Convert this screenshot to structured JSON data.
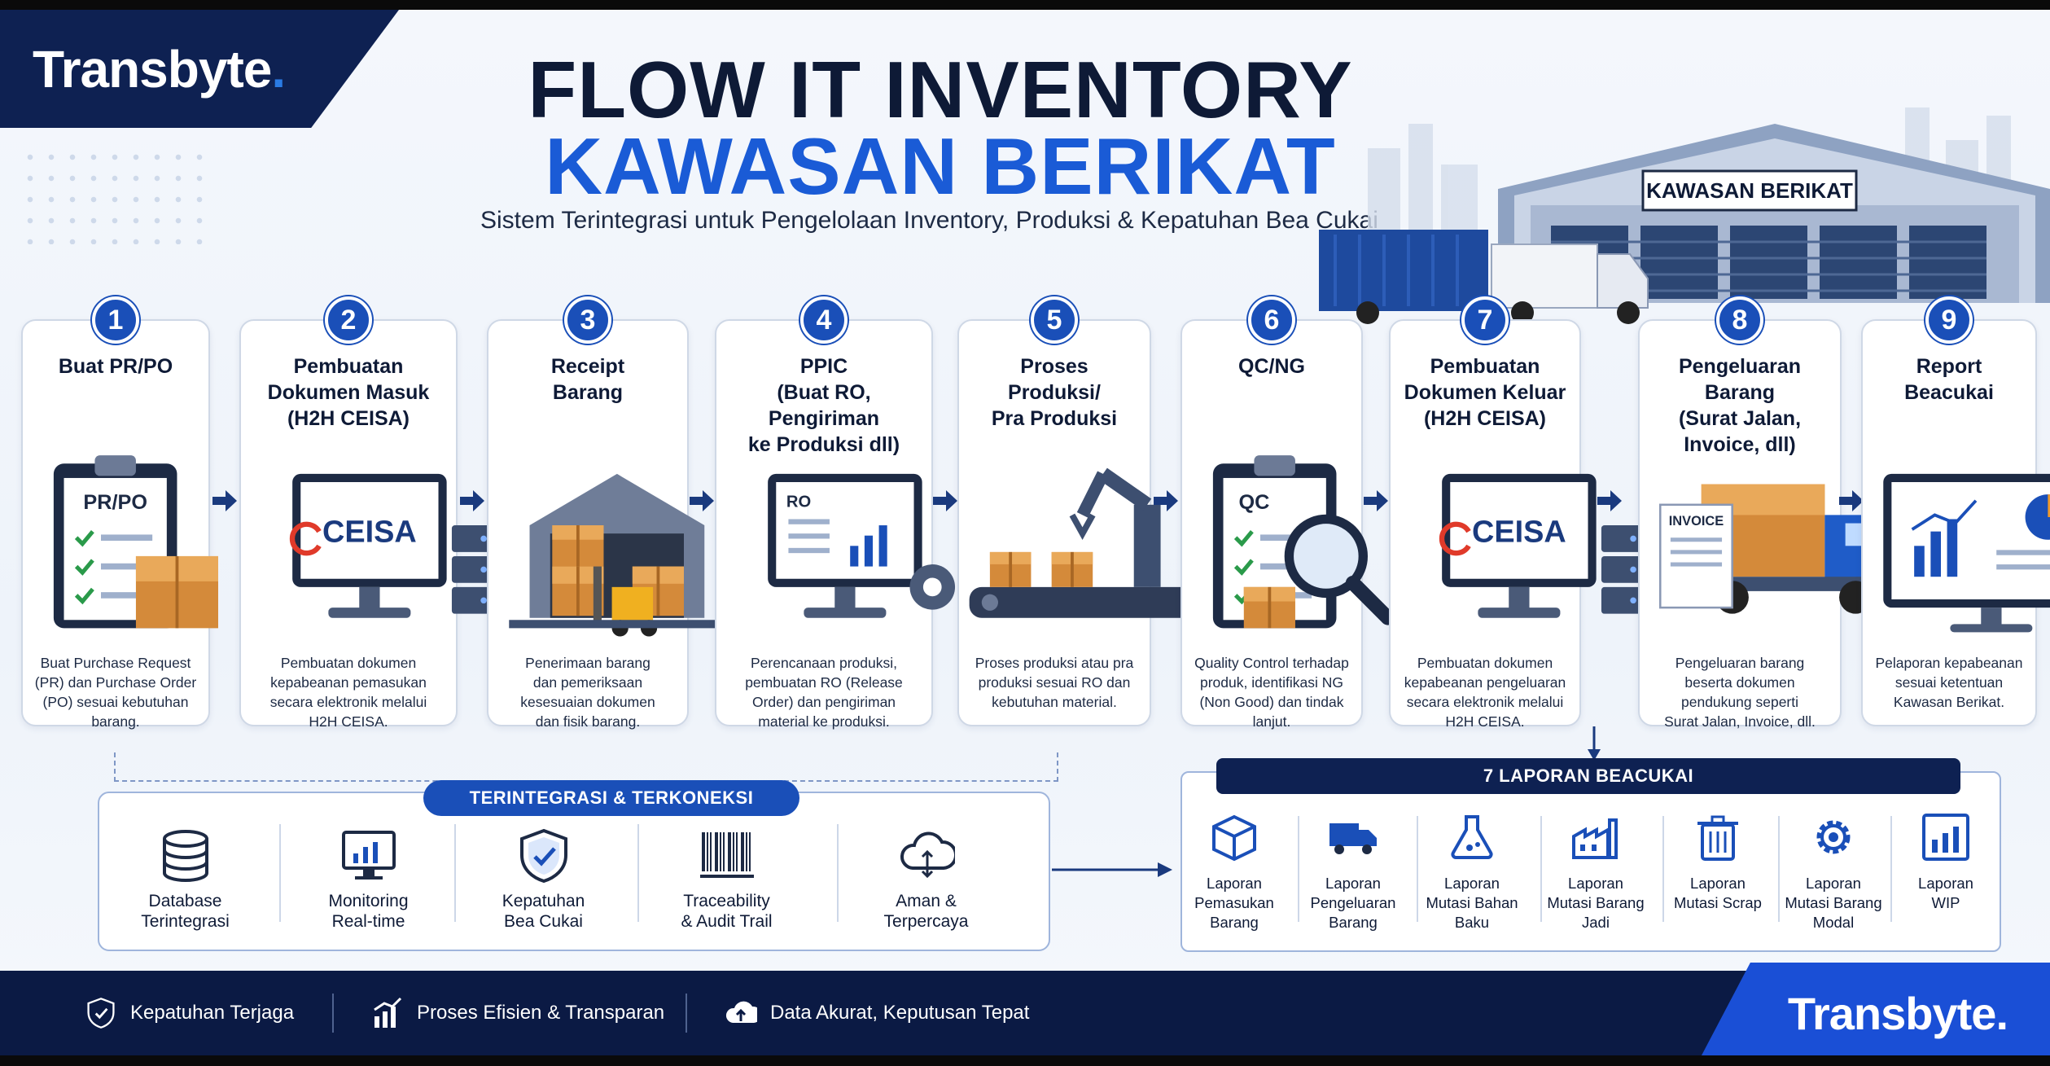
{
  "brand": {
    "name": "Transbyte",
    "dot": "."
  },
  "header": {
    "title_line1": "FLOW IT INVENTORY",
    "title_line2": "KAWASAN BERIKAT",
    "subtitle": "Sistem Terintegrasi untuk Pengelolaan Inventory, Produksi & Kepatuhan Bea Cukai",
    "warehouse_sign": "KAWASAN BERIKAT"
  },
  "steps": [
    {
      "num": "1",
      "title": "Buat PR/PO",
      "icon": "clipboard-icon",
      "icon_text": "PR/PO",
      "desc": "Buat Purchase Request\n(PR) dan Purchase Order\n(PO) sesuai kebutuhan\nbarang."
    },
    {
      "num": "2",
      "title": "Pembuatan\nDokumen Masuk\n(H2H CEISA)",
      "icon": "monitor-ceisa-icon",
      "icon_text": "CEISA",
      "desc": "Pembuatan dokumen\nkepabeanan pemasukan\nsecara elektronik melalui\nH2H CEISA."
    },
    {
      "num": "3",
      "title": "Receipt\nBarang",
      "icon": "warehouse-forklift-icon",
      "icon_text": "",
      "desc": "Penerimaan barang\ndan pemeriksaan\nkesesuaian dokumen\ndan fisik barang."
    },
    {
      "num": "4",
      "title": "PPIC\n(Buat RO, Pengiriman\nke Produksi dll)",
      "icon": "monitor-ro-icon",
      "icon_text": "RO",
      "desc": "Perencanaan produksi,\npembuatan RO (Release\nOrder) dan pengiriman\nmaterial ke produksi."
    },
    {
      "num": "5",
      "title": "Proses\nProduksi/\nPra Produksi",
      "icon": "robot-arm-icon",
      "icon_text": "",
      "desc": "Proses produksi atau pra\nproduksi sesuai RO dan\nkebutuhan material."
    },
    {
      "num": "6",
      "title": "QC/NG",
      "icon": "qc-magnifier-icon",
      "icon_text": "QC",
      "desc": "Quality Control terhadap\nproduk, identifikasi NG\n(Non Good) dan tindak\nlanjut."
    },
    {
      "num": "7",
      "title": "Pembuatan\nDokumen Keluar\n(H2H CEISA)",
      "icon": "monitor-ceisa-icon",
      "icon_text": "CEISA",
      "desc": "Pembuatan dokumen\nkepabeanan pengeluaran\nsecara elektronik melalui\nH2H CEISA."
    },
    {
      "num": "8",
      "title": "Pengeluaran\nBarang\n(Surat Jalan,\nInvoice, dll)",
      "icon": "truck-invoice-icon",
      "icon_text": "INVOICE",
      "desc": "Pengeluaran barang\nbeserta dokumen\npendukung seperti\nSurat Jalan, Invoice, dll."
    },
    {
      "num": "9",
      "title": "Report\nBeacukai",
      "icon": "monitor-report-icon",
      "icon_text": "",
      "desc": "Pelaporan kepabeanan\nsesuai ketentuan\nKawasan Berikat."
    }
  ],
  "integration": {
    "label": "TERINTEGRASI & TERKONEKSI",
    "items": [
      {
        "icon": "database-icon",
        "label": "Database\nTerintegrasi"
      },
      {
        "icon": "monitoring-icon",
        "label": "Monitoring\nReal-time"
      },
      {
        "icon": "shield-check-icon",
        "label": "Kepatuhan\nBea Cukai"
      },
      {
        "icon": "barcode-icon",
        "label": "Traceability\n& Audit Trail"
      },
      {
        "icon": "cloud-icon",
        "label": "Aman &\nTerpercaya"
      }
    ]
  },
  "reports": {
    "label": "7 LAPORAN BEACUKAI",
    "items": [
      {
        "icon": "box-icon",
        "label": "Laporan\nPemasukan\nBarang"
      },
      {
        "icon": "truck-icon",
        "label": "Laporan\nPengeluaran\nBarang"
      },
      {
        "icon": "flask-icon",
        "label": "Laporan\nMutasi Bahan\nBaku"
      },
      {
        "icon": "factory-icon",
        "label": "Laporan\nMutasi Barang\nJadi"
      },
      {
        "icon": "trash-icon",
        "label": "Laporan\nMutasi Scrap"
      },
      {
        "icon": "gear-icon",
        "label": "Laporan\nMutasi Barang\nModal"
      },
      {
        "icon": "chart-icon",
        "label": "Laporan\nWIP"
      }
    ]
  },
  "footer": {
    "items": [
      {
        "icon": "shield-check-icon",
        "label": "Kepatuhan Terjaga"
      },
      {
        "icon": "chart-up-icon",
        "label": "Proses Efisien & Transparan"
      },
      {
        "icon": "cloud-upload-icon",
        "label": "Data Akurat, Keputusan Tepat"
      }
    ]
  },
  "colors": {
    "navy": "#0e2152",
    "blue": "#1a4fb8",
    "accent": "#1a5bd6"
  }
}
